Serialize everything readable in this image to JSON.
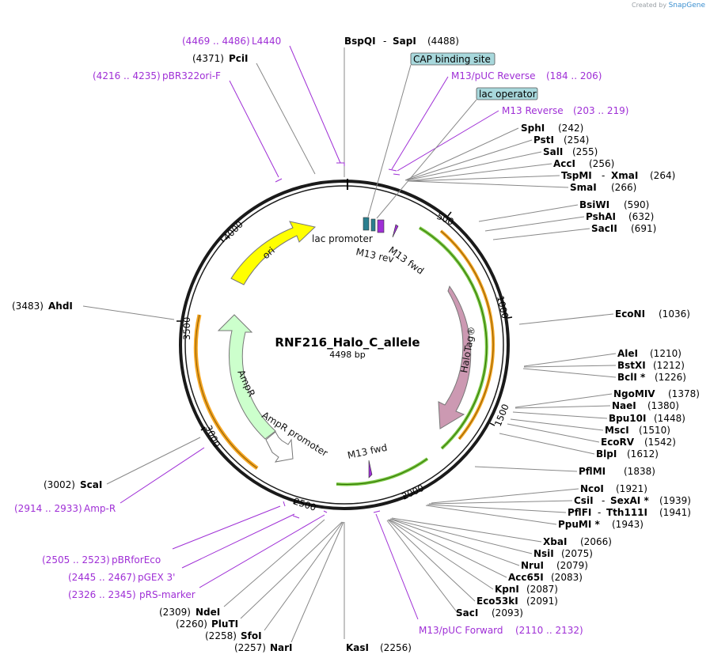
{
  "credit": {
    "prefix": "Created by",
    "brand": "SnapGene"
  },
  "plasmid": {
    "name": "RNF216_Halo_C_allele",
    "size_label": "4498 bp"
  },
  "ring_ticks": [
    "500",
    "1000",
    "1500",
    "2000",
    "2500",
    "3000",
    "3500",
    "4000"
  ],
  "features": {
    "ori": "ori",
    "amp": "AmpR",
    "amp_promoter": "AmpR promoter",
    "halotag": "HaloTag®",
    "lac_promoter": "lac promoter",
    "m13_rev": "M13 rev",
    "m13_fwd_top": "M13 fwd",
    "m13_fwd_bottom": "M13 fwd"
  },
  "boxed": {
    "cap": "CAP binding site",
    "lac_op": "lac operator"
  },
  "top": {
    "bspqi": "BspQI",
    "dash": "-",
    "sapi": "SapI",
    "pos": "(4488)",
    "l4440_pos": "(4469 .. 4486)",
    "l4440": "L4440",
    "pcii_pos": "(4371)",
    "pcii": "PciI",
    "pbr_pos": "(4216 .. 4235)",
    "pbr": "pBR322ori-F"
  },
  "primers_right": [
    {
      "name": "M13/pUC Reverse",
      "pos": "(184 .. 206)"
    },
    {
      "name": "M13 Reverse",
      "pos": "(203 .. 219)"
    }
  ],
  "sites_right": [
    {
      "name": "SphI",
      "pos": "(242)"
    },
    {
      "name": "PstI",
      "pos": "(254)"
    },
    {
      "name": "SalI",
      "pos": "(255)"
    },
    {
      "name": "AccI",
      "pos": "(256)"
    },
    {
      "name": "TspMI",
      "name2": "XmaI",
      "pos": "(264)"
    },
    {
      "name": "SmaI",
      "pos": "(266)"
    },
    {
      "name": "BsiWI",
      "pos": "(590)"
    },
    {
      "name": "PshAI",
      "pos": "(632)"
    },
    {
      "name": "SacII",
      "pos": "(691)"
    },
    {
      "name": "EcoNI",
      "pos": "(1036)"
    },
    {
      "name": "AleI",
      "pos": "(1210)"
    },
    {
      "name": "BstXI",
      "pos": "(1212)"
    },
    {
      "name": "BclI *",
      "pos": "(1226)"
    },
    {
      "name": "NgoMIV",
      "pos": "(1378)"
    },
    {
      "name": "NaeI",
      "pos": "(1380)"
    },
    {
      "name": "Bpu10I",
      "pos": "(1448)"
    },
    {
      "name": "MscI",
      "pos": "(1510)"
    },
    {
      "name": "EcoRV",
      "pos": "(1542)"
    },
    {
      "name": "BlpI",
      "pos": "(1612)"
    },
    {
      "name": "PflMI",
      "pos": "(1838)"
    },
    {
      "name": "NcoI",
      "pos": "(1921)"
    },
    {
      "name": "CsiI",
      "name2": "SexAI *",
      "pos": "(1939)"
    },
    {
      "name": "PflFI",
      "name2": "Tth111I",
      "pos": "(1941)"
    },
    {
      "name": "PpuMI *",
      "pos": "(1943)"
    },
    {
      "name": "XbaI",
      "pos": "(2066)"
    },
    {
      "name": "NsiI",
      "pos": "(2075)"
    },
    {
      "name": "NruI",
      "pos": "(2079)"
    },
    {
      "name": "Acc65I",
      "pos": "(2083)"
    },
    {
      "name": "KpnI",
      "pos": "(2087)"
    },
    {
      "name": "Eco53kI",
      "pos": "(2091)"
    },
    {
      "name": "SacI",
      "pos": "(2093)"
    }
  ],
  "bottom": {
    "m13puc_fwd": "M13/pUC Forward",
    "m13puc_fwd_pos": "(2110 .. 2132)",
    "kasi": "KasI",
    "kasi_pos": "(2256)",
    "nari_pos": "(2257)",
    "nari": "NarI",
    "sfoi_pos": "(2258)",
    "sfoi": "SfoI",
    "pluti_pos": "(2260)",
    "pluti": "PluTI",
    "ndei_pos": "(2309)",
    "ndei": "NdeI"
  },
  "primers_left": [
    {
      "pos": "(2326 .. 2345)",
      "name": "pRS-marker"
    },
    {
      "pos": "(2445 .. 2467)",
      "name": "pGEX 3'"
    },
    {
      "pos": "(2505 .. 2523)",
      "name": "pBRforEco"
    },
    {
      "pos": "(2914 .. 2933)",
      "name": "Amp-R"
    }
  ],
  "left": {
    "scai_pos": "(3002)",
    "scai": "ScaI",
    "ahdi_pos": "(3483)",
    "ahdi": "AhdI"
  },
  "colors": {
    "primer": "#9f2fd6",
    "ori": "#ffff00",
    "amp": "#ccffcc",
    "halotag": "#cc99b2",
    "orange": "#f5a623",
    "green": "#7ac943",
    "box": "#a8d8dc"
  }
}
